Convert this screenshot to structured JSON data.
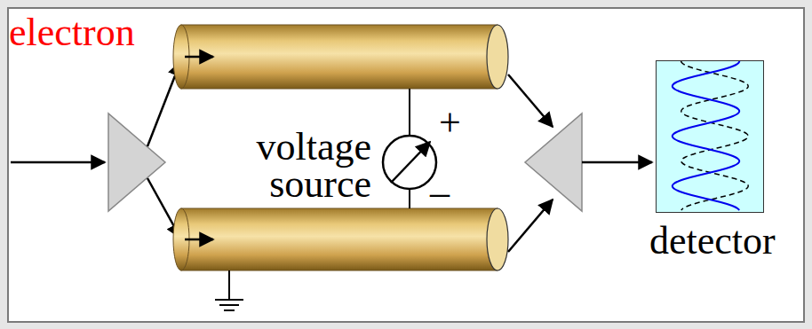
{
  "diagram": {
    "nodes": [
      {
        "text": [
          "detector"
        ]
      }
    ],
    "labels": [
      "electron",
      "voltage source",
      "+",
      "–"
    ]
  }
}
